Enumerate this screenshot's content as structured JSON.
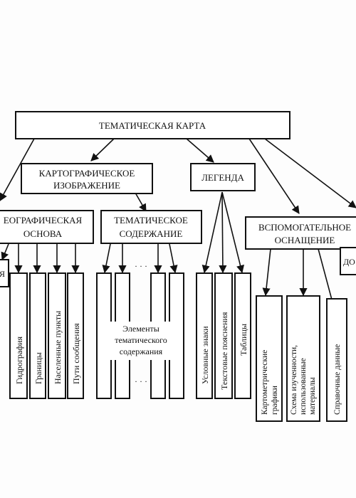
{
  "root": {
    "label": "ТЕМАТИЧЕСКАЯ КАРТА"
  },
  "cart_image": {
    "line1": "КАРТОГРАФИЧЕСКОЕ",
    "line2": "ИЗОБРАЖЕНИЕ"
  },
  "legend": {
    "label": "ЛЕГЕНДА"
  },
  "geo_basis": {
    "line1": "ЕОГРАФИЧЕСКАЯ",
    "line2": "ОСНОВА"
  },
  "thematic_content": {
    "line1": "ТЕМАТИЧЕСКОЕ",
    "line2": "СОДЕРЖАНИЕ"
  },
  "aux_equipment": {
    "line1": "ВСПОМОГАТЕЛЬНОЕ",
    "line2": "ОСНАЩЕНИЕ"
  },
  "partial_left": {
    "label": "Я"
  },
  "partial_right": {
    "label": "ДО"
  },
  "geo_items": [
    "Гидрография",
    "Границы",
    "Населенные пункты",
    "Пути сообщения"
  ],
  "thematic_elements": {
    "line1": "Элементы",
    "line2": "тематического",
    "line3": "содержания",
    "dots": "· · ·"
  },
  "legend_items": [
    "Условные знаки",
    "Текстовые пояснения",
    "Таблицы"
  ],
  "aux_items": [
    {
      "line1": "Картометрические",
      "line2": "графики"
    },
    {
      "line1": "Схема изученности,",
      "line2": "использованные",
      "line3": "материалы"
    },
    {
      "line1": "Справочные данные"
    }
  ]
}
